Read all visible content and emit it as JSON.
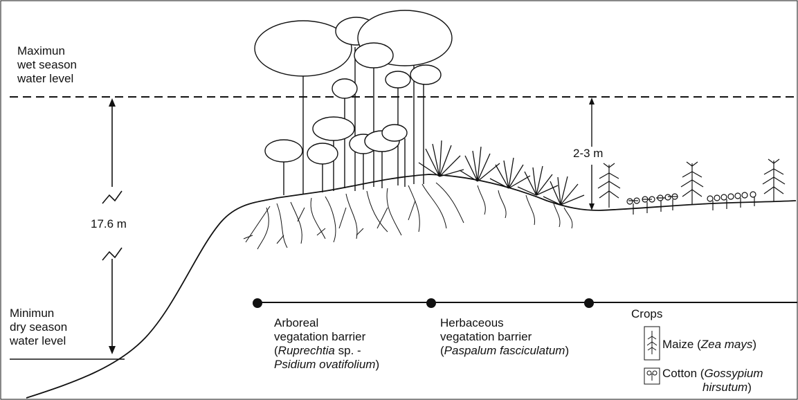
{
  "max_water_label": [
    "Maximun",
    "wet season",
    "water level"
  ],
  "min_water_label": [
    "Minimun",
    "dry season",
    "water level"
  ],
  "depth_total": "17.6 m",
  "depth_crop_zone": "2-3 m",
  "zones": {
    "arboreal": {
      "title": [
        "Arboreal",
        "vegatation barrier"
      ],
      "species_a": "Ruprechtia",
      "species_a_suffix": " sp. -",
      "species_b": "Psidium ovatifolium",
      "species_b_close": ")"
    },
    "herbaceous": {
      "title": [
        "Herbaceous",
        "vegatation barrier"
      ],
      "species": "Paspalum fasciculatum",
      "species_close": ")"
    },
    "crops": {
      "title": "Crops",
      "maize_name": "Maize (",
      "maize_species": "Zea mays",
      "maize_close": ")",
      "cotton_name": "Cotton (",
      "cotton_species": "Gossypium",
      "cotton_species2": "hirsutum",
      "cotton_close": ")"
    }
  },
  "colors": {
    "ink": "#111111",
    "background": "#ffffff"
  }
}
